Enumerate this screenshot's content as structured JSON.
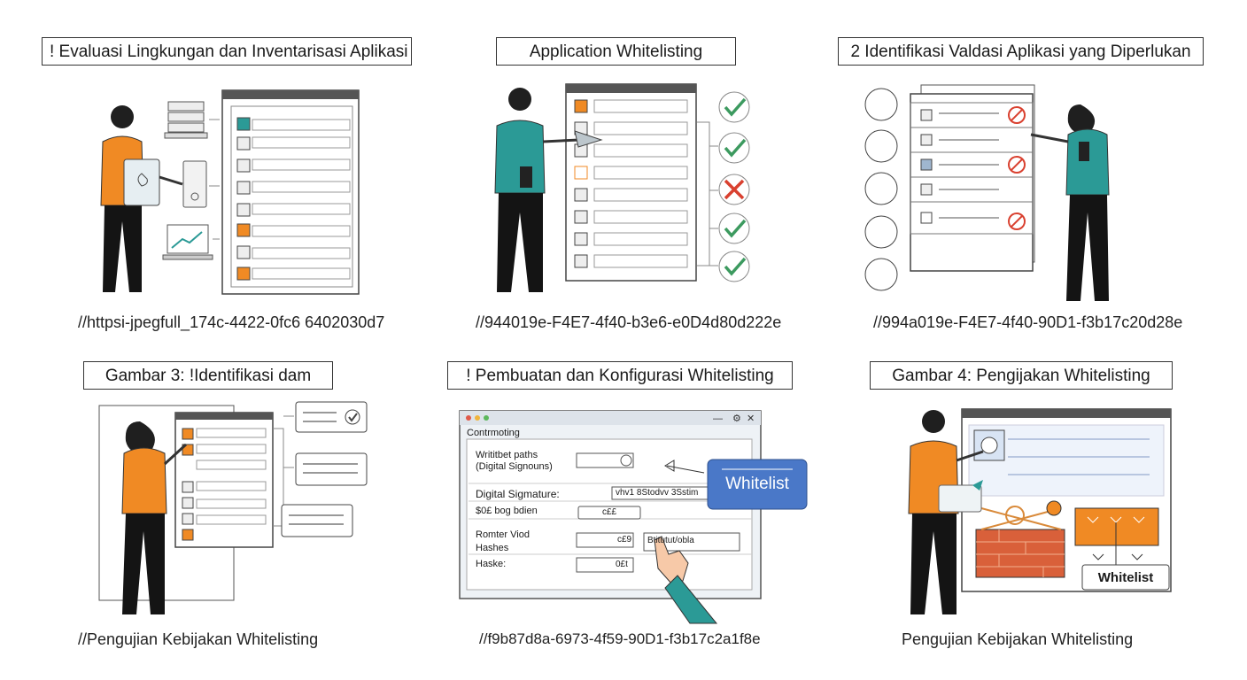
{
  "panels": [
    {
      "title": "! Evaluasi Lingkungan dan Inventarisasi Aplikasi",
      "caption": "//httpsi-jpegfull_174c-4422-0fc6 6402030d7"
    },
    {
      "title": "Application Whitelisting",
      "caption": "//944019e-F4E7-4f40-b3e6-e0D4d80d222e"
    },
    {
      "title": "2 Identifikasi Valdasi Aplikasi yang Diperlukan",
      "caption": "//994a019e-F4E7-4f40-90D1-f3b17c20d28e"
    },
    {
      "title": "Gambar 3: !Identifikasi dam",
      "caption": "//Pengujian Kebijakan Whitelisting"
    },
    {
      "title": "! Pembuatan dan Konfigurasi Whitelisting",
      "caption": "//f9b87d8a-6973-4f59-90D1-f3b17c2a1f8e",
      "config_window": {
        "section": "Contrmoting",
        "rows": [
          {
            "label": "Writitbet paths (Digital Signouns)",
            "value": ""
          },
          {
            "label": "Digital Sigmature:",
            "value": "vhv1 8Stodvv 3Sstim"
          },
          {
            "label": "$0£ bog bdien",
            "value": "c££"
          },
          {
            "label": "Romter Viod Hashes",
            "value": "c£9",
            "extra": "Btitutut/obla"
          },
          {
            "label": "Haske:",
            "value": "0£t"
          }
        ],
        "whitelist_label": "Whitelist"
      }
    },
    {
      "title": "Gambar 4: Pengijakan Whitelisting",
      "caption": "Pengujian Kebijakan Whitelisting",
      "whitelist_label": "Whitelist"
    }
  ],
  "colors": {
    "accent_orange": "#f08a24",
    "accent_teal": "#2b9a96",
    "check_green": "#3c9a5f",
    "cross_red": "#d9402f",
    "button_blue": "#4a78c8"
  }
}
